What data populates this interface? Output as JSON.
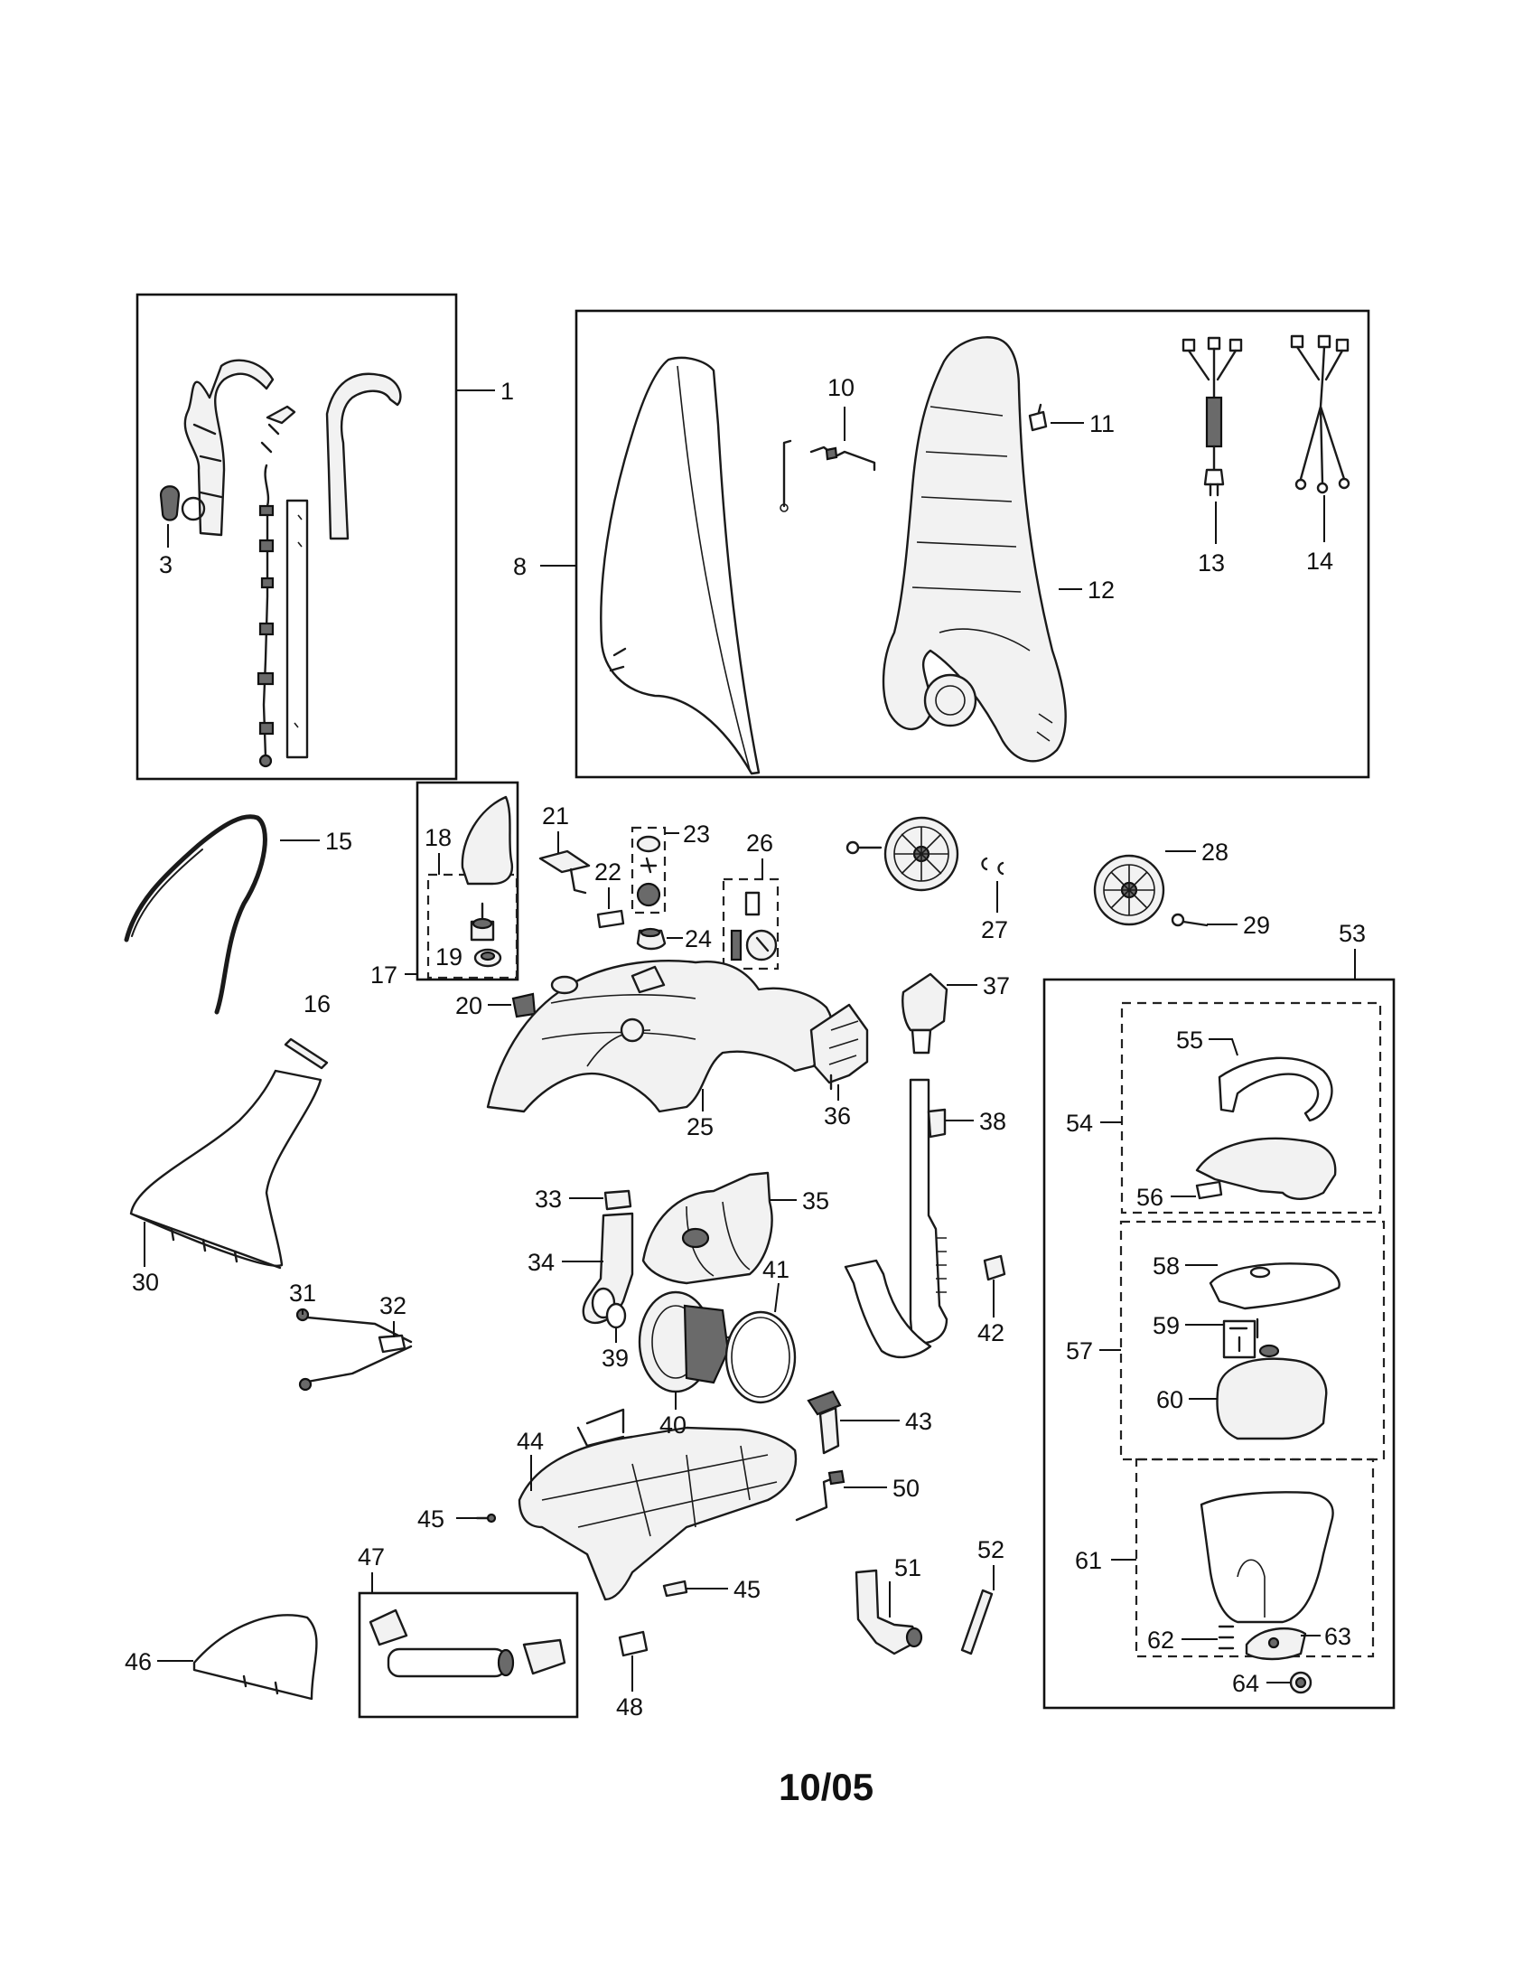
{
  "footer_date": "10/05",
  "callouts": {
    "c1": "1",
    "c3": "3",
    "c8": "8",
    "c10": "10",
    "c11": "11",
    "c12": "12",
    "c13": "13",
    "c14": "14",
    "c15": "15",
    "c16": "16",
    "c17": "17",
    "c18": "18",
    "c19": "19",
    "c20": "20",
    "c21": "21",
    "c22": "22",
    "c23": "23",
    "c24": "24",
    "c25": "25",
    "c26": "26",
    "c27": "27",
    "c28": "28",
    "c29": "29",
    "c30": "30",
    "c31": "31",
    "c32": "32",
    "c33": "33",
    "c34": "34",
    "c35": "35",
    "c36": "36",
    "c37": "37",
    "c38": "38",
    "c39": "39",
    "c40": "40",
    "c41": "41",
    "c42": "42",
    "c43": "43",
    "c44": "44",
    "c45a": "45",
    "c45b": "45",
    "c46": "46",
    "c47": "47",
    "c48": "48",
    "c50": "50",
    "c51": "51",
    "c52": "52",
    "c53": "53",
    "c54": "54",
    "c55": "55",
    "c56": "56",
    "c57": "57",
    "c58": "58",
    "c59": "59",
    "c60": "60",
    "c61": "61",
    "c62": "62",
    "c63": "63",
    "c64": "64"
  }
}
